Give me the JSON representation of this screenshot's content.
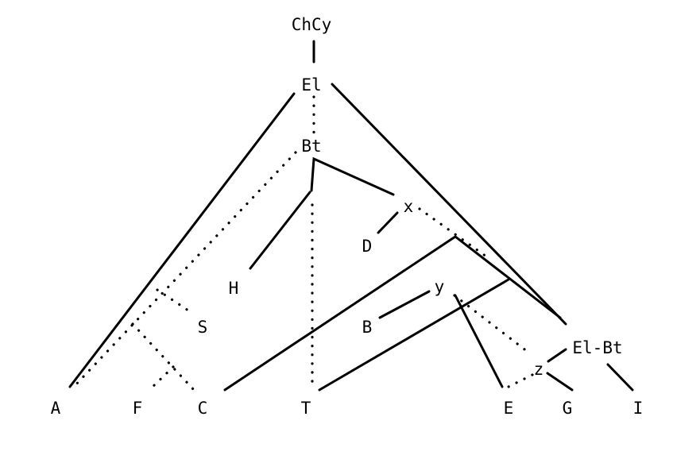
{
  "nodes": {
    "chcy": "ChCy",
    "el": "El",
    "bt": "Bt",
    "x": "x",
    "d": "D",
    "h": "H",
    "y": "y",
    "s": "S",
    "b": "B",
    "el_bt": "El-Bt",
    "z": "z",
    "a": "A",
    "f": "F",
    "c": "C",
    "t": "T",
    "e": "E",
    "g": "G",
    "i": "I"
  },
  "line_styles": {
    "solid": "solid",
    "dotted": "dotted"
  },
  "colors": {
    "ink": "#000000",
    "background": "#ffffff"
  }
}
